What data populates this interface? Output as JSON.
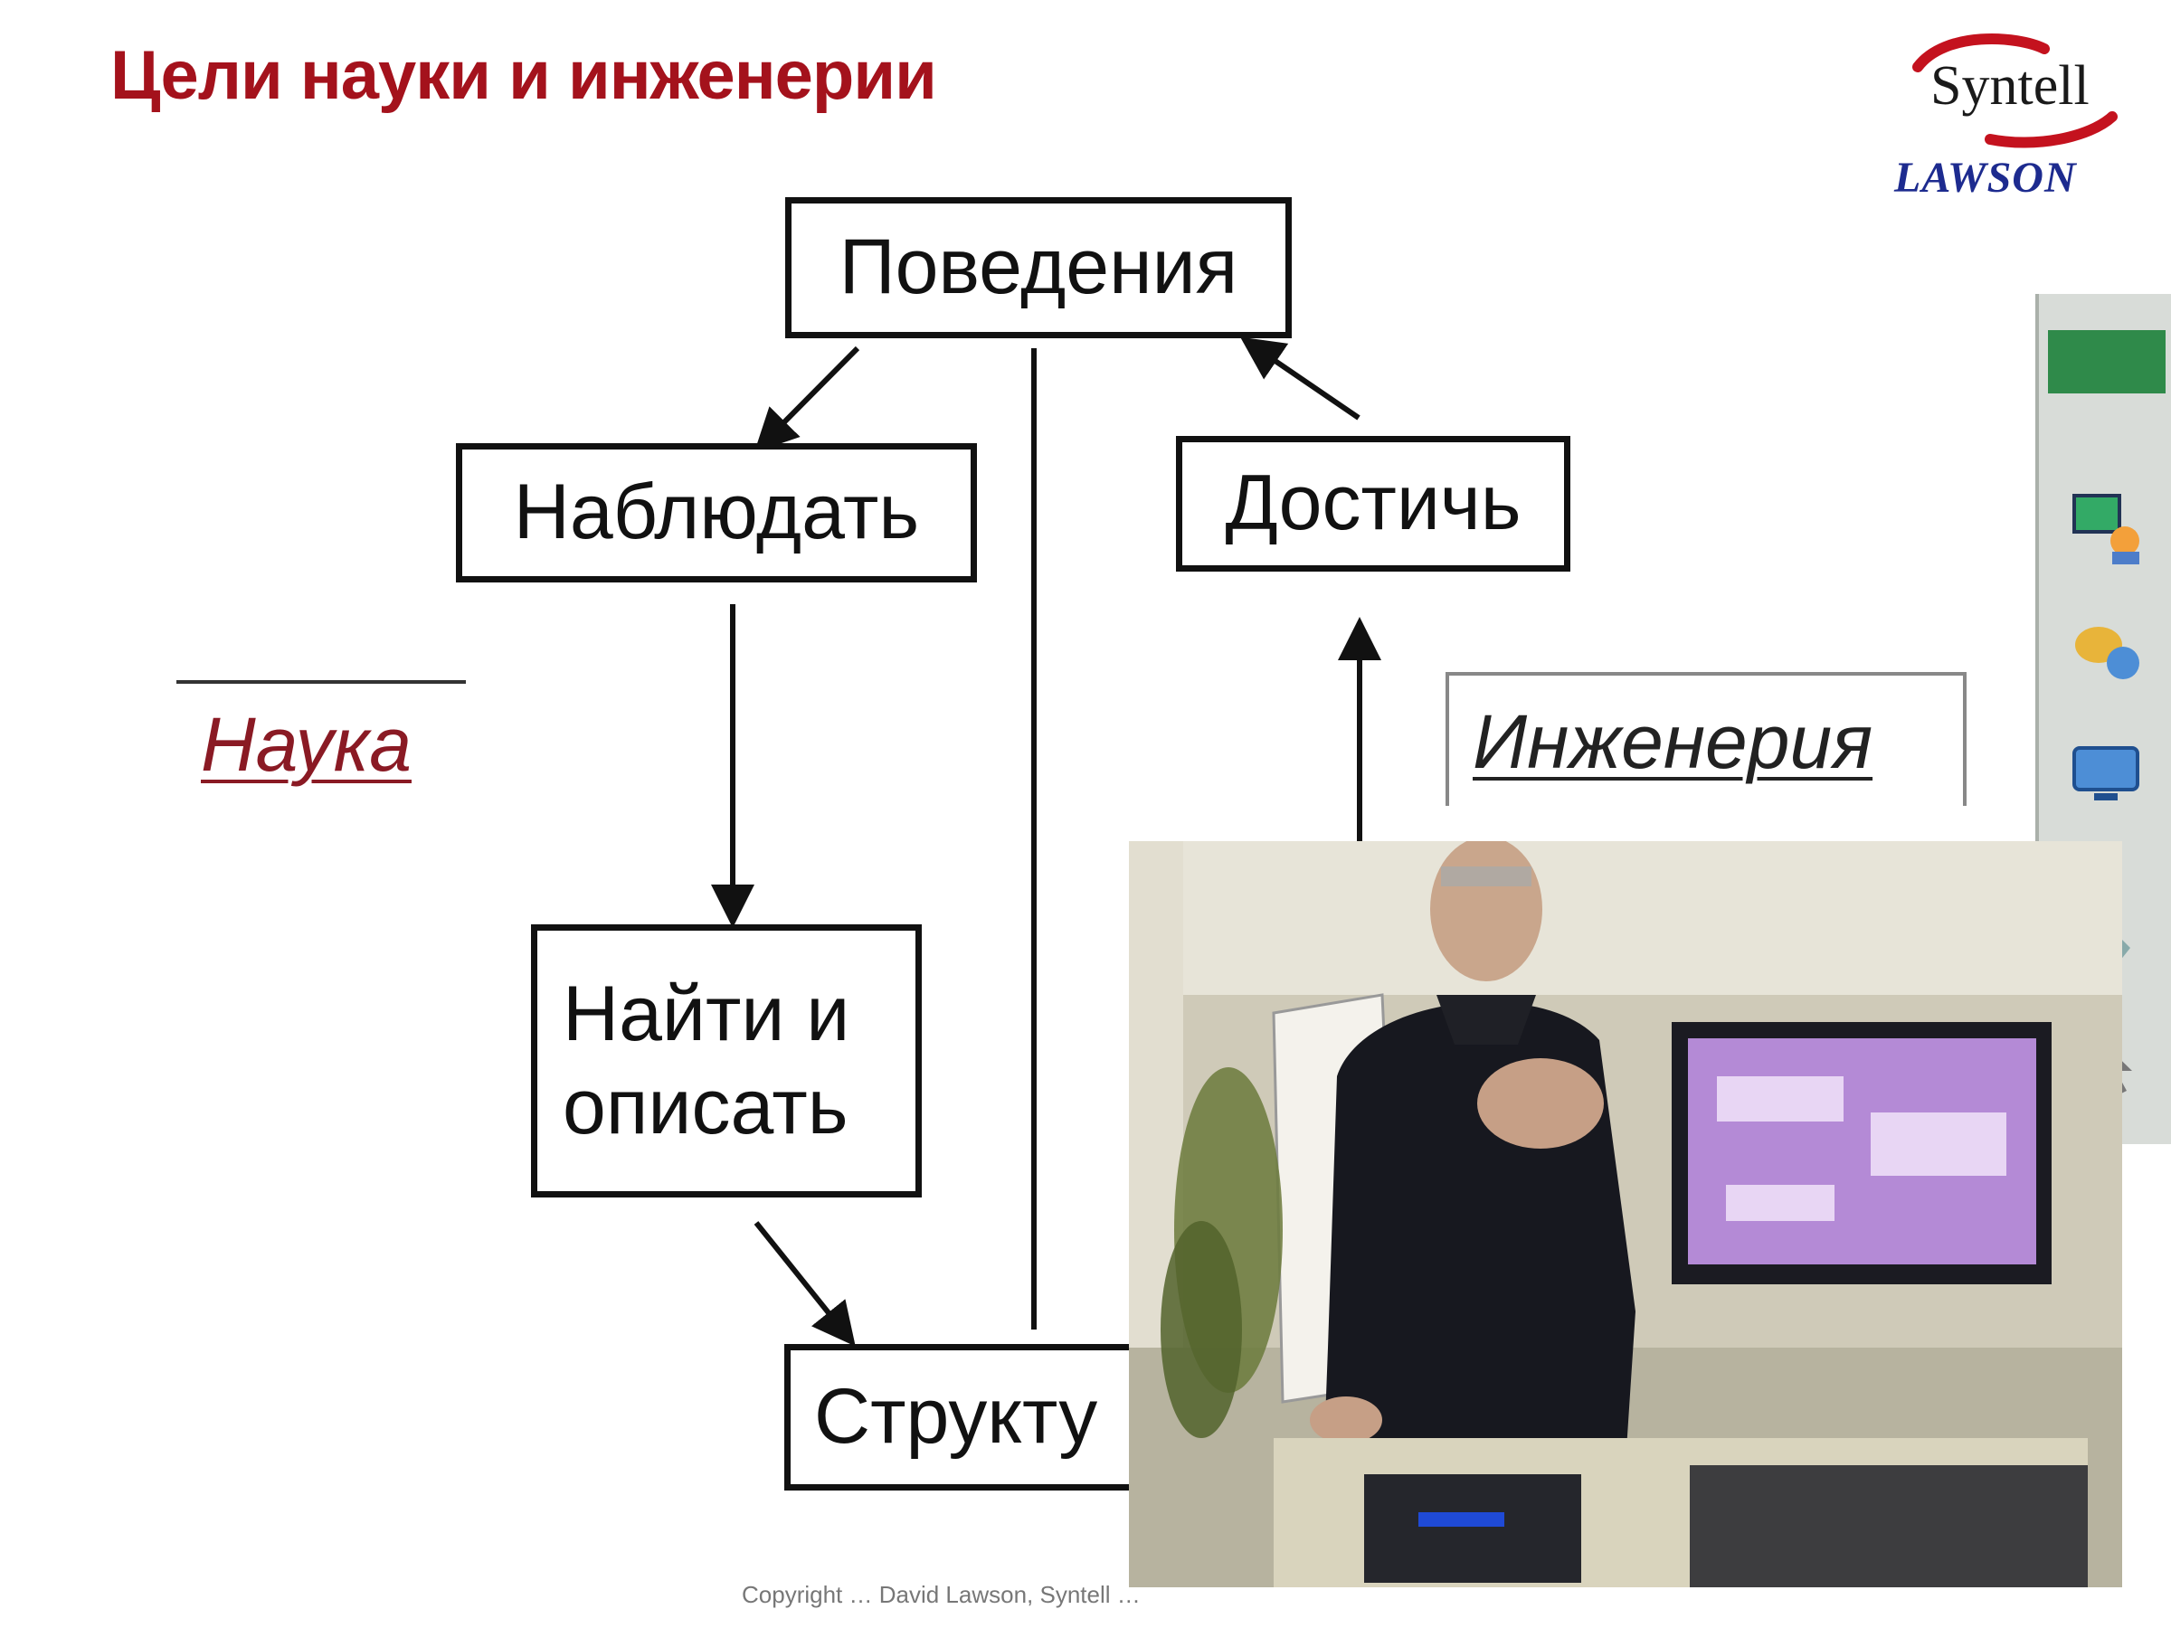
{
  "slide": {
    "title": "Цели науки и инженерии",
    "footer": "Copyright … David Lawson, Syntell …"
  },
  "logo": {
    "brand": "Syntell",
    "partner": "LAWSON",
    "colors": {
      "swoosh": "#c4121e",
      "partner": "#1d2b8f"
    }
  },
  "diagram": {
    "boxes": {
      "behavior": "Поведения",
      "observe": "Наблюдать",
      "achieve": "Достичь",
      "find": "Найти и описать",
      "structure": "Структу"
    },
    "labels": {
      "science": "Наука",
      "engineering": "Инженерия"
    },
    "colors": {
      "title": "#a4121c",
      "science_label": "#8a1a24",
      "engineering_label": "#222222"
    }
  },
  "toolbar": {
    "icons": [
      "presentation-icon",
      "gallery-icon",
      "display-icon",
      "pen-icon",
      "pointer-icon"
    ]
  },
  "webcam": {
    "subject": "presenter-video"
  }
}
